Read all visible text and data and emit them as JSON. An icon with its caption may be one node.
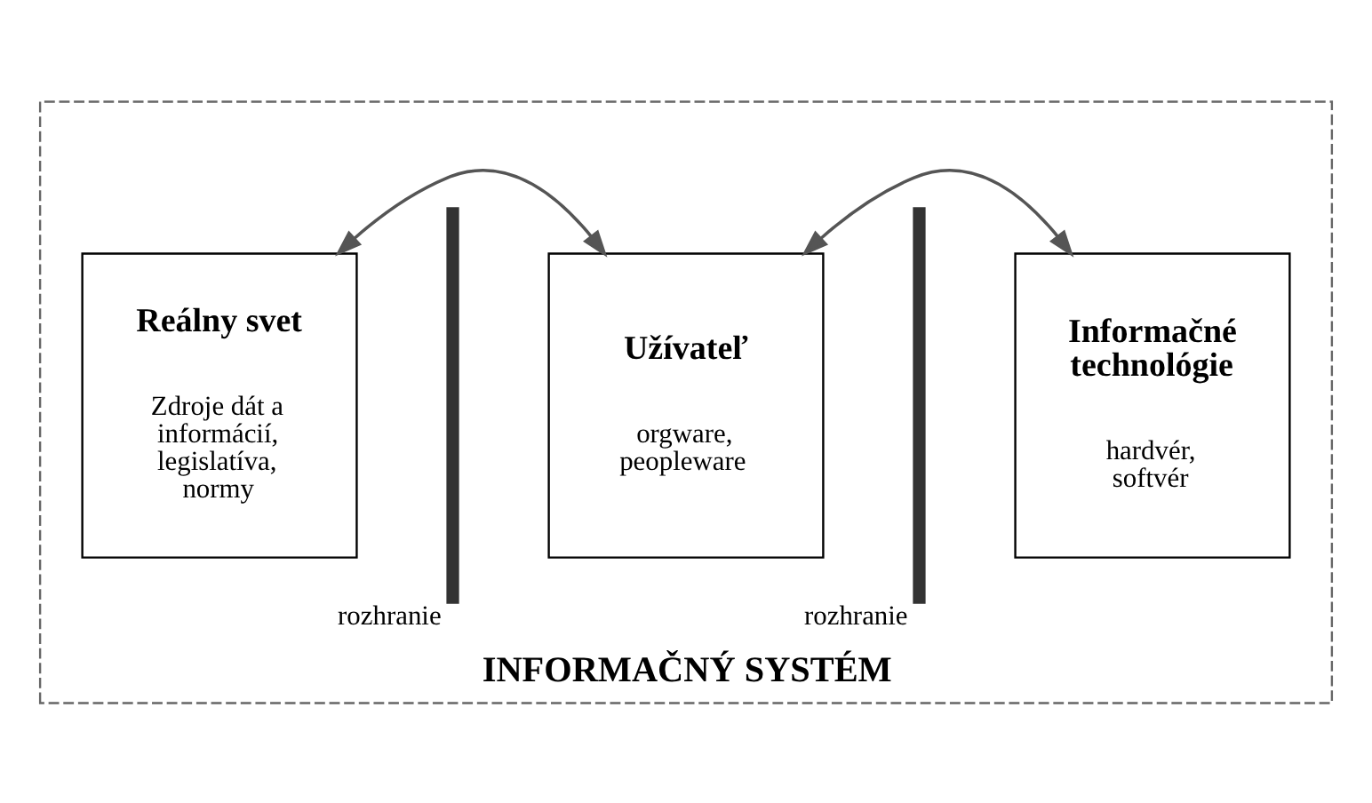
{
  "diagram": {
    "nodes": [
      {
        "text": [
          "INFORMAČNÝ SYSTÉM"
        ]
      },
      {
        "text": [
          "Reálny svet",
          "Zdroje dát a informácií, legislatíva, normy"
        ],
        "in": 0
      },
      {
        "text": [],
        "shape": "bar",
        "beside": [
          "rozhranie"
        ],
        "in": 0
      },
      {
        "text": [
          "Užívateľ",
          "orgware, peopleware"
        ],
        "in": 0
      },
      {
        "text": [],
        "shape": "bar",
        "beside": [
          "rozhranie"
        ],
        "in": 0
      },
      {
        "text": [
          "Informačné technológie",
          "hardvér, softvér"
        ],
        "in": 0
      }
    ],
    "edges": [
      {
        "from": 1,
        "to": 3,
        "arrow": "both"
      },
      {
        "from": 3,
        "to": 5,
        "arrow": "both"
      }
    ]
  }
}
